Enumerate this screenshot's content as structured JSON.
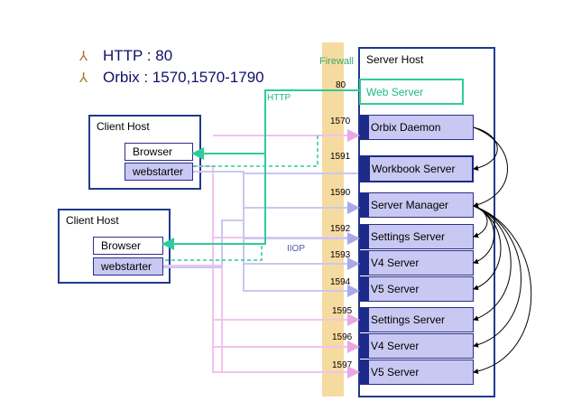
{
  "legend": [
    {
      "glyph": "⅄",
      "text": "HTTP : 80"
    },
    {
      "glyph": "⅄",
      "text": "Orbix : 1570,1570-1790"
    }
  ],
  "firewall": "Firewall",
  "server_host": {
    "title": "Server Host",
    "web_server": "Web Server",
    "orbix_daemon": "Orbix Daemon",
    "workbook_server": "Workbook Server",
    "server_manager": "Server Manager",
    "group1": [
      "Settings Server",
      "V4 Server",
      "V5 Server"
    ],
    "group2": [
      "Settings Server",
      "V4 Server",
      "V5 Server"
    ]
  },
  "ports": [
    "80",
    "1570",
    "1591",
    "1590",
    "1592",
    "1593",
    "1594",
    "1595",
    "1596",
    "1597"
  ],
  "protocols": {
    "http": "HTTP",
    "iiop": "IIOP"
  },
  "client_hosts": [
    {
      "title": "Client Host",
      "browser": "Browser",
      "starter": "webstarter"
    },
    {
      "title": "Client Host",
      "browser": "Browser",
      "starter": "webstarter"
    }
  ],
  "colors": {
    "http": "#2ecc9a",
    "iiop": "#c8c8f2",
    "pink": "#f2c2ee",
    "navy": "#1c2a8a"
  }
}
